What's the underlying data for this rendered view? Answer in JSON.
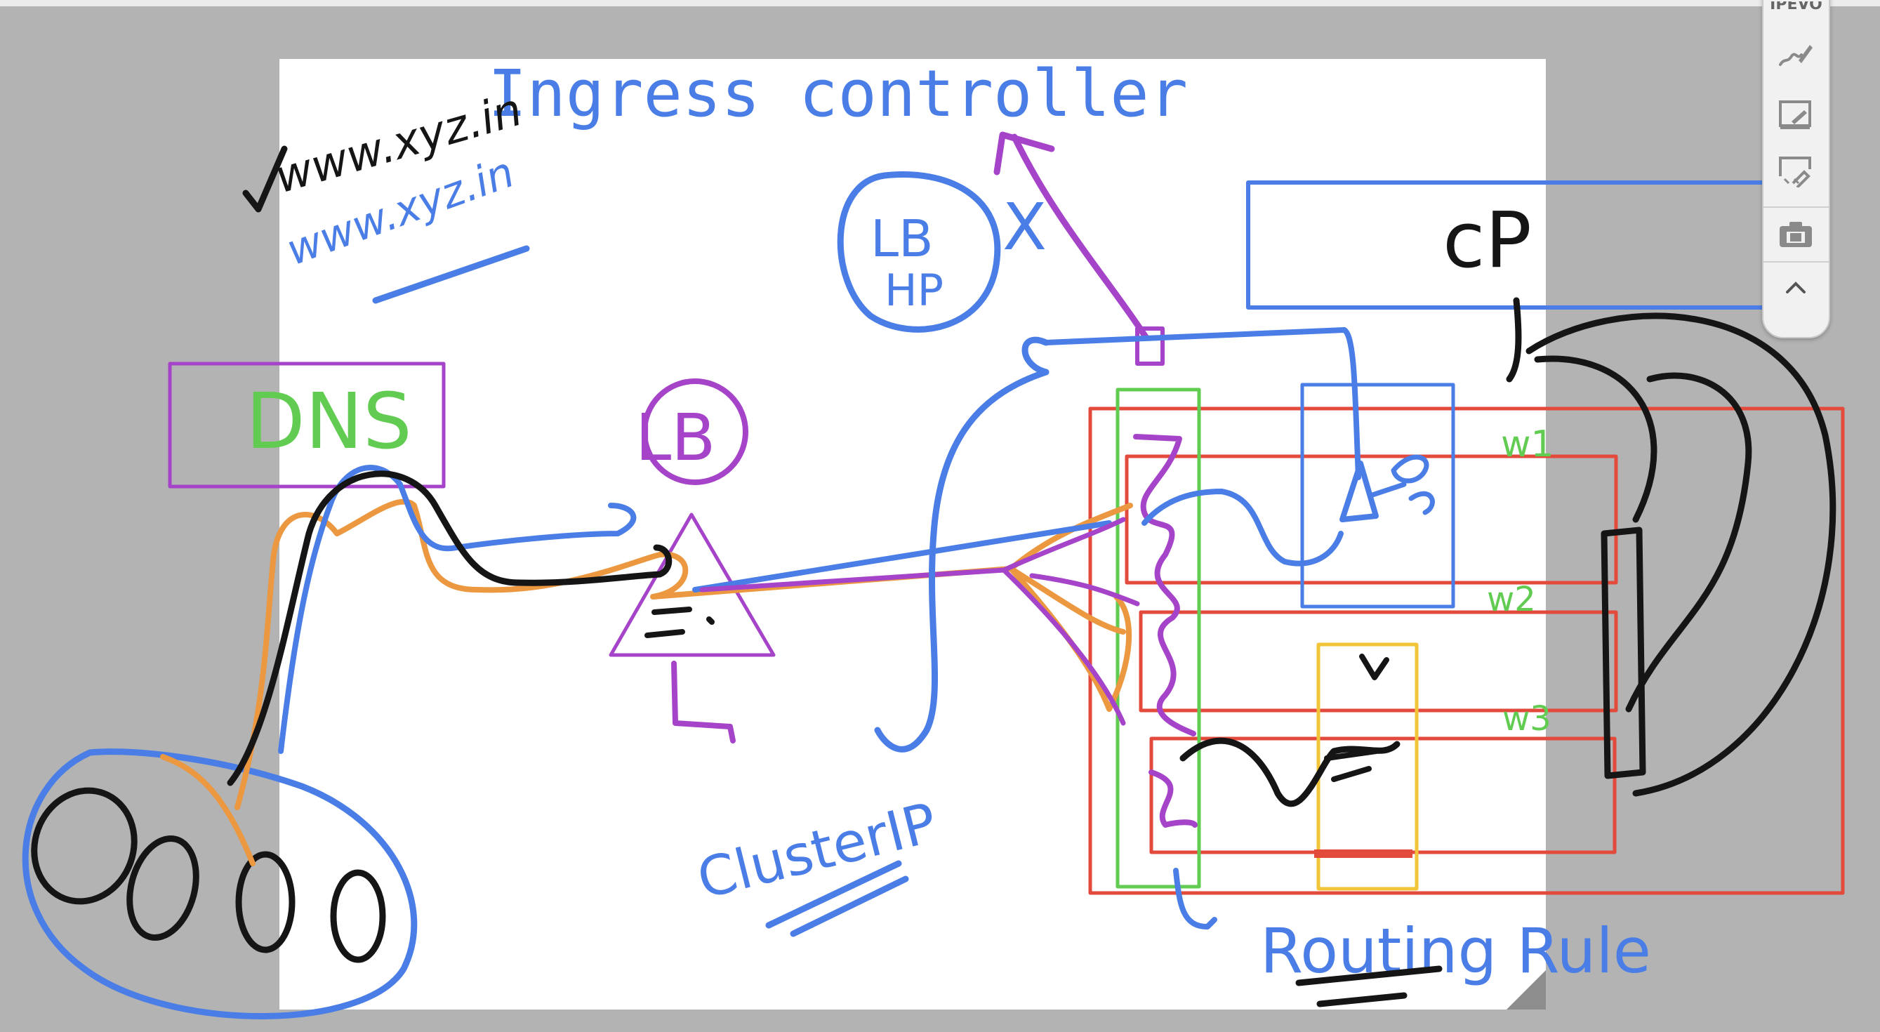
{
  "title": "Ingress controller",
  "handwriting": {
    "url_top": "www.xyz.in",
    "url_bottom": "www.xyz.in",
    "dns": "DNS",
    "lb": "LB",
    "lb_hp": "LB HP",
    "x_mark": "X",
    "cp": "cP",
    "w1": "w1",
    "w2": "w2",
    "w3": "w3",
    "cluster_ip": "ClusterIP",
    "routing_rule": "Routing Rule"
  },
  "toolbar": {
    "brand": "IPEVO",
    "items": [
      "pen-tool",
      "whiteboard-edit",
      "whiteboard-erase",
      "camera",
      "collapse"
    ]
  },
  "colors": {
    "blue": "#4a7ee6",
    "purple": "#a544c9",
    "green": "#62cc52",
    "red": "#e24a3b",
    "yellow": "#f2c43a",
    "orange": "#eb9840",
    "black": "#151515"
  }
}
